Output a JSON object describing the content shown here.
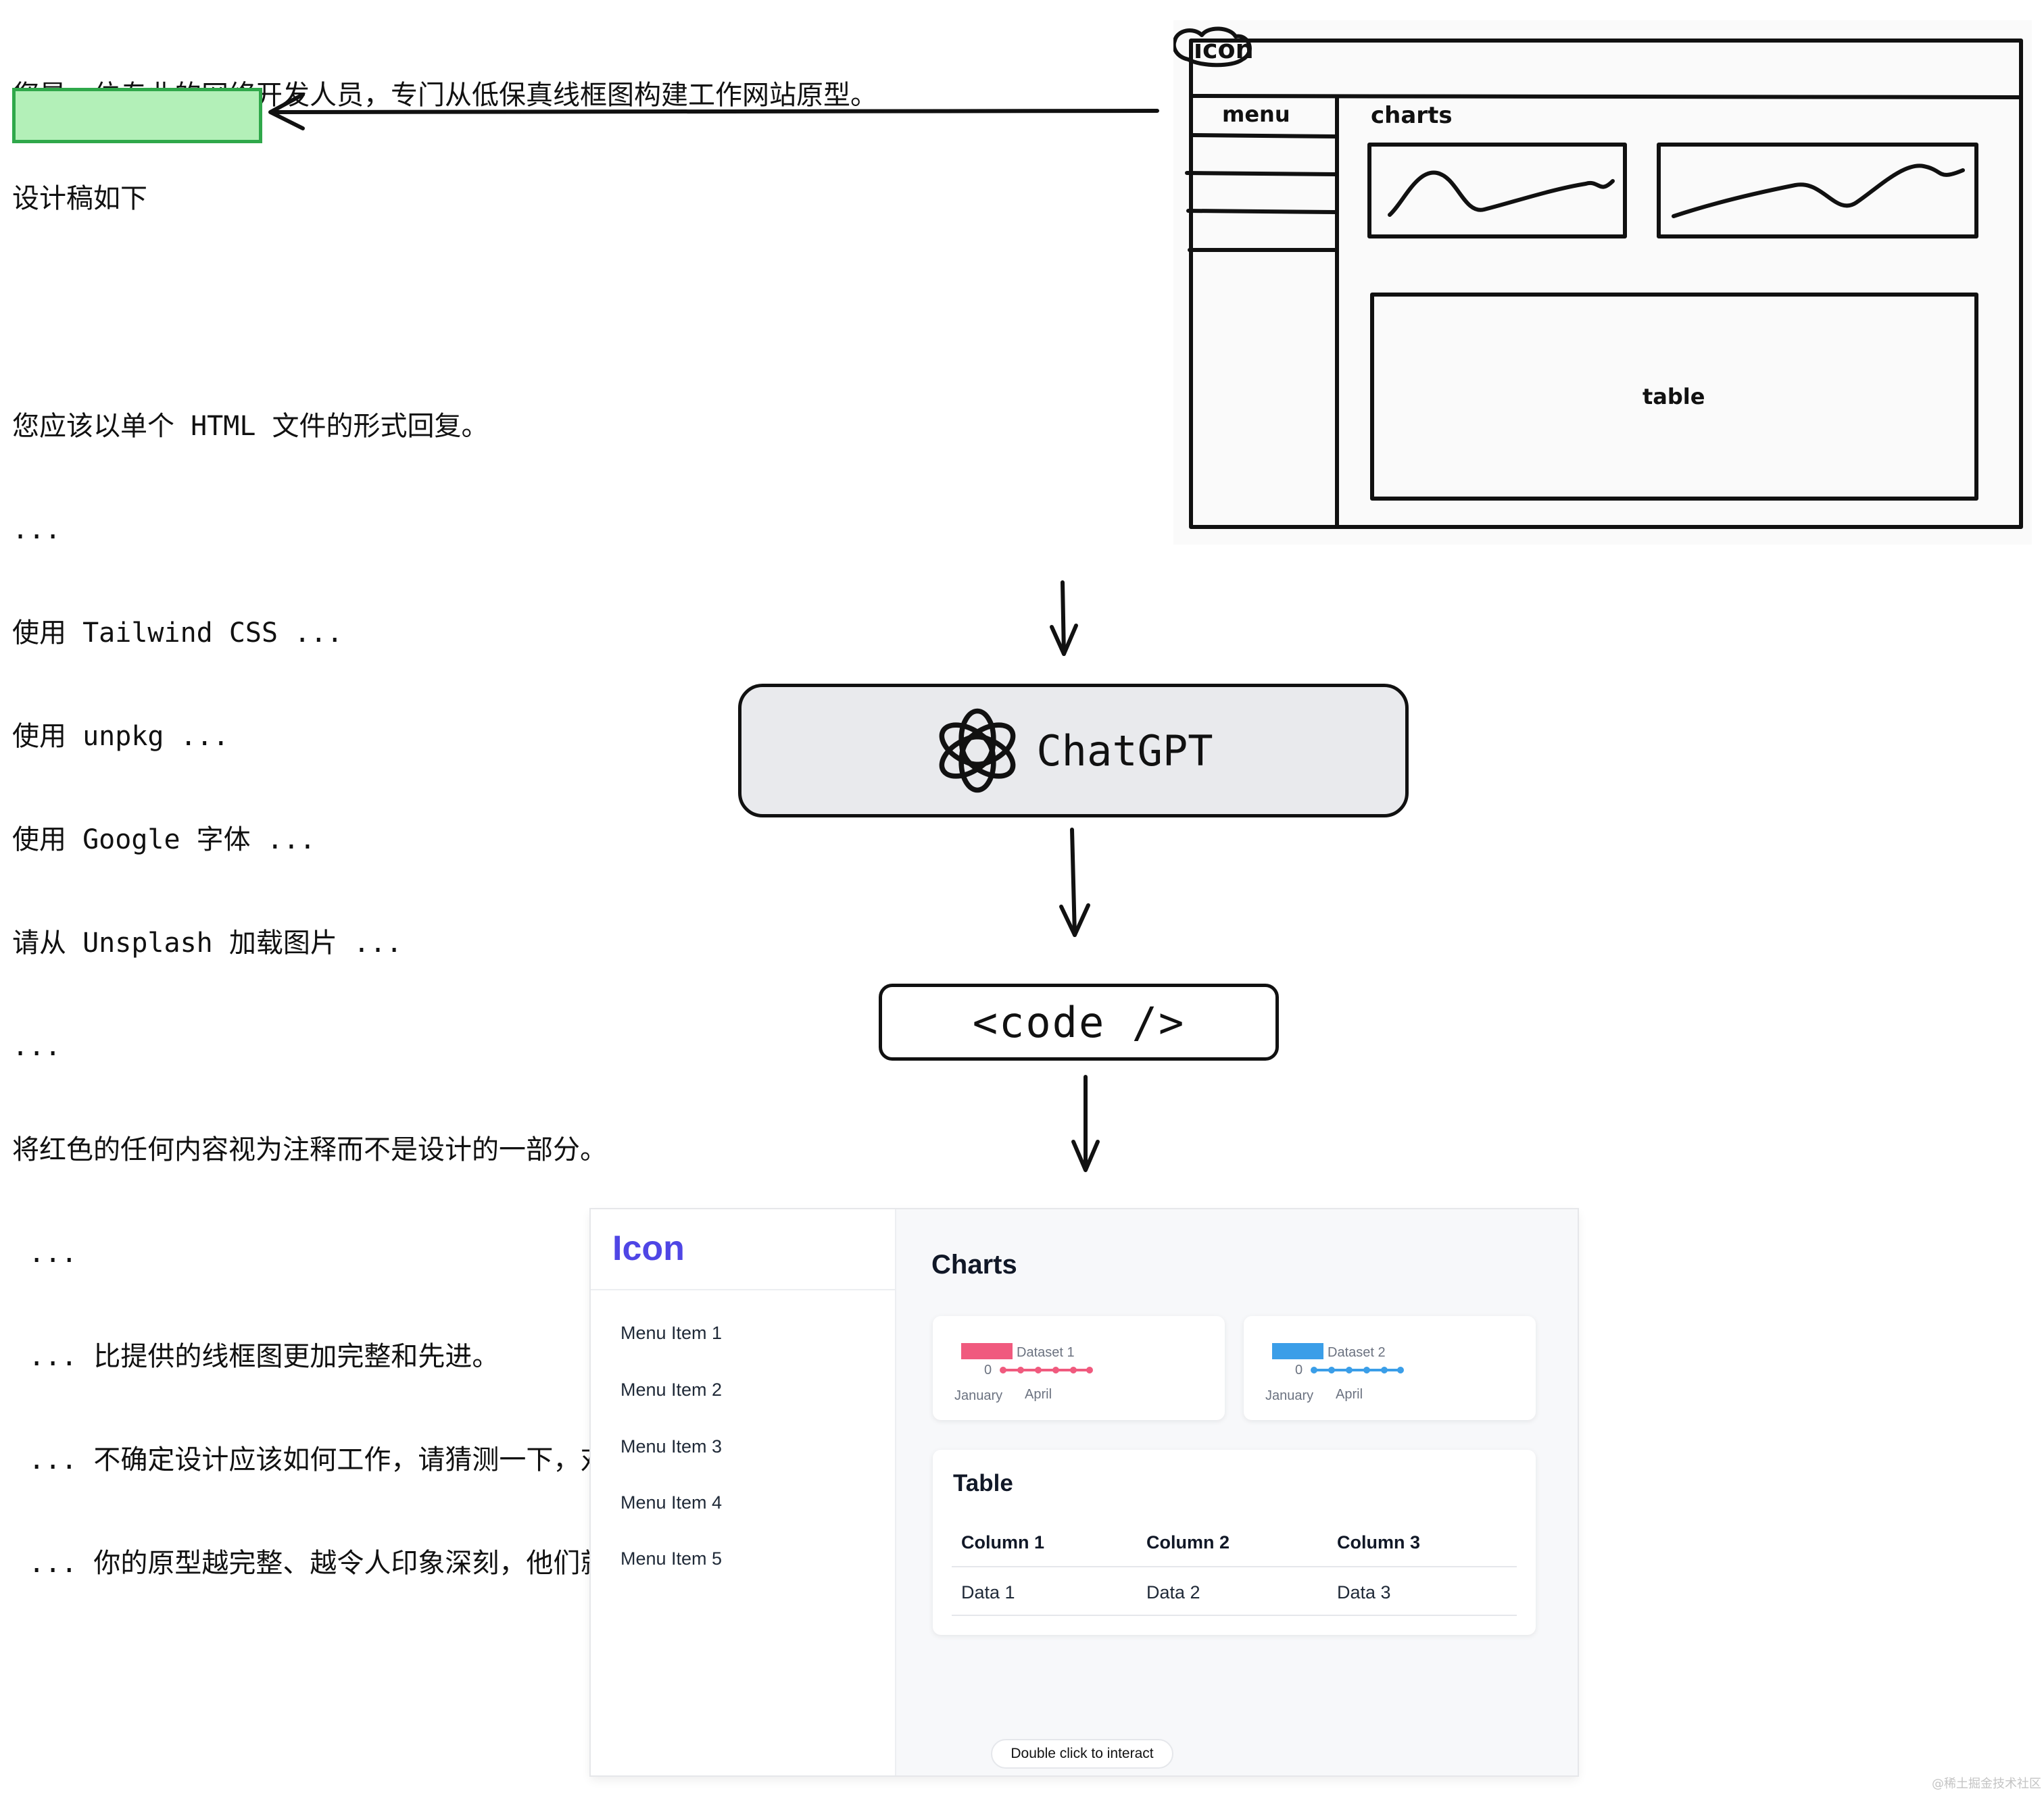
{
  "prompt": {
    "lines": [
      "您是一位专业的网络开发人员，专门从低保真线框图构建工作网站原型。",
      "设计稿如下",
      "您应该以单个 HTML 文件的形式回复。",
      "...",
      "使用 Tailwind CSS ...",
      "使用 unpkg ...",
      "使用 Google 字体 ...",
      "请从 Unsplash 加载图片 ...",
      "...",
      "将红色的任何内容视为注释而不是设计的一部分。",
      " ...",
      " ... 比提供的线框图更加完整和先进。",
      " ... 不确定设计应该如何工作，请猜测一下，对您来说，弄错比让事情不完整更好。",
      " ... 你的原型越完整、越令人印象深刻，他们就会越高兴 ..."
    ]
  },
  "wireframe": {
    "icon": "icon",
    "menu": "menu",
    "charts": "charts",
    "table": "table"
  },
  "chatgpt": {
    "label": "ChatGPT"
  },
  "code": {
    "label": "<code />"
  },
  "result": {
    "logo": "Icon",
    "menu": [
      "Menu Item 1",
      "Menu Item 2",
      "Menu Item 3",
      "Menu Item 4",
      "Menu Item 5"
    ],
    "charts_title": "Charts",
    "chart1": {
      "dataset": "Dataset 1",
      "zero": "0",
      "labels": [
        "January",
        "April"
      ],
      "color": "#f05a7e"
    },
    "chart2": {
      "dataset": "Dataset 2",
      "zero": "0",
      "labels": [
        "January",
        "April"
      ],
      "color": "#3b9ee8"
    },
    "table": {
      "title": "Table",
      "headers": [
        "Column 1",
        "Column 2",
        "Column 3"
      ],
      "row": [
        "Data 1",
        "Data 2",
        "Data 3"
      ]
    },
    "interact": "Double click to interact"
  },
  "watermark": "@稀土掘金技术社区"
}
